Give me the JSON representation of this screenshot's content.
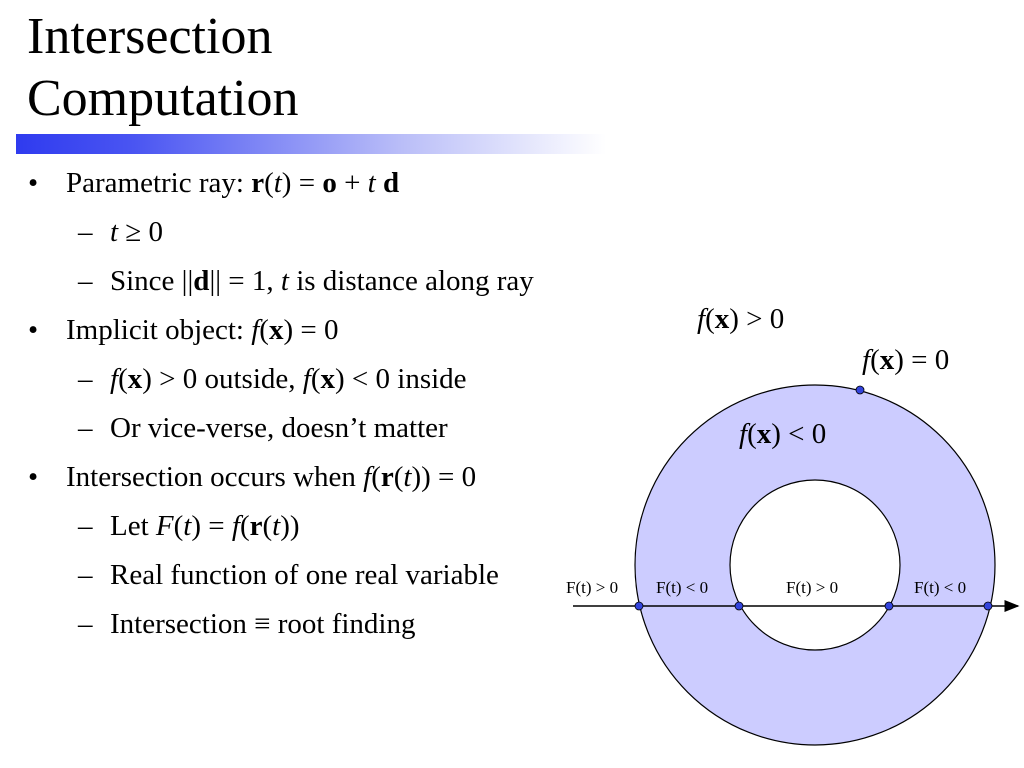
{
  "slide": {
    "title_line1": "Intersection",
    "title_line2": "Computation",
    "accent_color": "#2f3bef"
  },
  "bullets": [
    {
      "level": 1,
      "parts": [
        "Parametric ray: ",
        "r",
        "(",
        "t",
        ") = ",
        "o",
        " + ",
        "t",
        " ",
        "d"
      ]
    },
    {
      "level": 2,
      "parts": [
        "t",
        " ≥ 0"
      ]
    },
    {
      "level": 2,
      "parts": [
        "Since ||",
        "d",
        "|| = 1, ",
        "t",
        " is distance along ray"
      ]
    },
    {
      "level": 1,
      "parts": [
        "Implicit object: ",
        "f",
        "(",
        "x",
        ") = 0"
      ]
    },
    {
      "level": 2,
      "parts": [
        "f",
        "(",
        "x",
        ") > 0 outside, ",
        "f",
        "(",
        "x",
        ") < 0 inside"
      ]
    },
    {
      "level": 2,
      "parts": [
        "Or vice-verse, doesn’t matter"
      ]
    },
    {
      "level": 1,
      "parts": [
        "Intersection occurs when ",
        "f",
        "(",
        "r",
        "(",
        "t",
        ")) = 0"
      ]
    },
    {
      "level": 2,
      "parts": [
        "Let ",
        "F",
        "(",
        "t",
        ") = ",
        "f",
        "(",
        "r",
        "(",
        "t",
        "))"
      ]
    },
    {
      "level": 2,
      "parts": [
        "Real function of one real variable"
      ]
    },
    {
      "level": 2,
      "parts": [
        "Intersection ≡ root finding"
      ]
    }
  ],
  "diagram": {
    "outside_label": [
      "f",
      "(",
      "x",
      ") > 0"
    ],
    "surface_label": [
      "f",
      "(",
      "x",
      ") = 0"
    ],
    "inside_label": [
      "f",
      "(",
      "x",
      ") < 0"
    ],
    "ray_labels": [
      "F(t) > 0",
      "F(t) < 0",
      "F(t) > 0",
      "F(t) < 0"
    ],
    "fill_color": "#ccccff",
    "point_color": "#3344dd"
  }
}
